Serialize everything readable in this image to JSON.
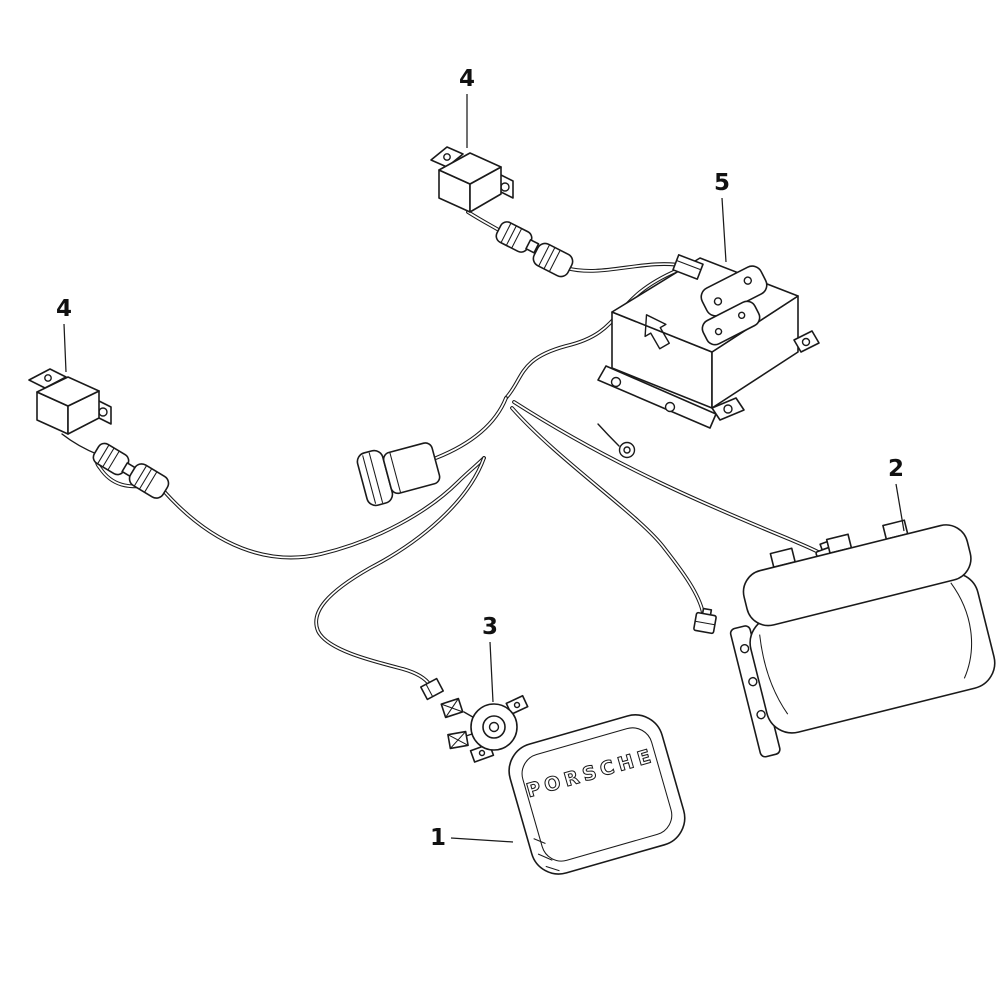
{
  "page": {
    "background": "#ffffff",
    "line_color": "#1a1a1a"
  },
  "diagram": {
    "type": "exploded-parts-line-diagram",
    "inscription": "PORSCHE",
    "callouts": [
      {
        "id": "callout-4-top",
        "label": "4"
      },
      {
        "id": "callout-4-left",
        "label": "4"
      },
      {
        "id": "callout-5",
        "label": "5"
      },
      {
        "id": "callout-2",
        "label": "2"
      },
      {
        "id": "callout-3",
        "label": "3"
      },
      {
        "id": "callout-1",
        "label": "1"
      }
    ]
  }
}
